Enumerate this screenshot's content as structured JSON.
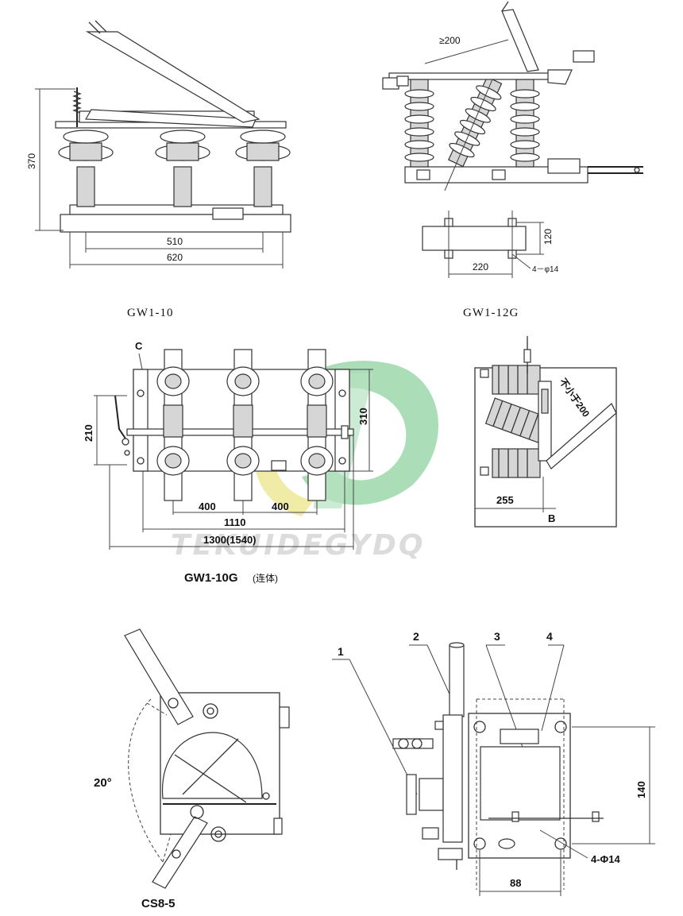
{
  "figures": {
    "gw1_10": {
      "caption": "GW1-10",
      "dims": {
        "height": "370",
        "base_inner": "510",
        "base_outer": "620"
      }
    },
    "gw1_12g": {
      "caption": "GW1-12G",
      "dims": {
        "clearance": "≥200",
        "width": "120",
        "length": "220",
        "holes": "4－φ14"
      }
    },
    "gw1_10g": {
      "caption": "GW1-10G",
      "caption_suffix": "(连体)",
      "label_c": "C",
      "label_b": "B",
      "dims": {
        "height": "210",
        "height_right": "310",
        "pitch_left": "400",
        "pitch_right": "400",
        "inner_width": "1110",
        "outer_width": "1300(1540)",
        "side_offset": "255",
        "clearance": "不小于200"
      }
    },
    "cs8_5": {
      "caption": "CS8-5",
      "angle": "20°",
      "callouts": [
        "1",
        "2",
        "3",
        "4"
      ],
      "dims": {
        "height": "140",
        "width": "88",
        "holes": "4-Φ14"
      }
    }
  },
  "watermark": {
    "text": "TEKUIDEGYDQ",
    "logo_colors": [
      "#7fc98f",
      "#e8e06a"
    ]
  }
}
